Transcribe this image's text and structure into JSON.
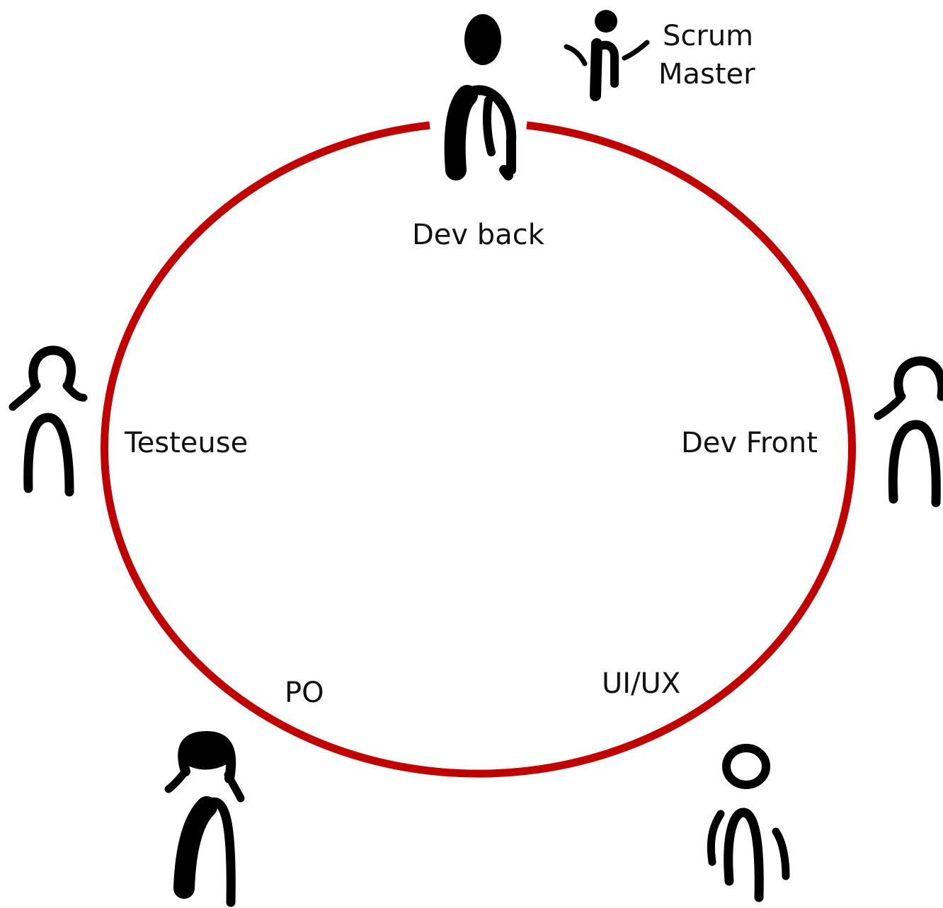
{
  "colors": {
    "circle": "#c00000",
    "ink": "#000000",
    "background": "#ffffff"
  },
  "roles": {
    "dev_back": "Dev back",
    "scrum_master_line1": "Scrum",
    "scrum_master_line2": "Master",
    "testeuse": "Testeuse",
    "dev_front": "Dev Front",
    "po": "PO",
    "ui_ux": "UI/UX"
  },
  "icons": [
    "dev-back-figure-icon",
    "scrum-master-figure-icon",
    "testeuse-figure-icon",
    "dev-front-figure-icon",
    "po-figure-icon",
    "ui-ux-figure-icon"
  ]
}
